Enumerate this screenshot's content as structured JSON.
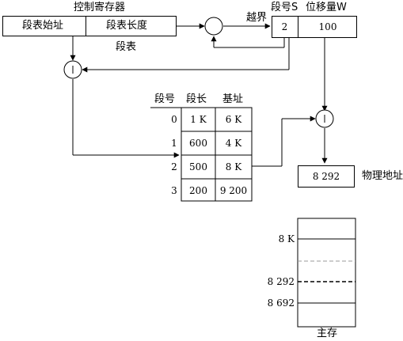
{
  "control_register": {
    "title": "控制寄存器",
    "start_label": "段表始址",
    "length_label": "段表长度",
    "table_caption": "段表"
  },
  "logical_address": {
    "segment_header": "段号S",
    "offset_header": "位移量W",
    "segment_value": "2",
    "offset_value": "100",
    "overflow_label": "越界"
  },
  "segment_table": {
    "headers": [
      "段号",
      "段长",
      "基址"
    ],
    "rows": [
      {
        "seg": "0",
        "len": "1 K",
        "base": "6 K"
      },
      {
        "seg": "1",
        "len": "600",
        "base": "4 K"
      },
      {
        "seg": "2",
        "len": "500",
        "base": "8 K"
      },
      {
        "seg": "3",
        "len": "200",
        "base": "9 200"
      }
    ]
  },
  "physical_address": {
    "value": "8 292",
    "label": "物理地址"
  },
  "main_memory": {
    "caption": "主存",
    "marks": [
      "8 K",
      "8 292",
      "8 692"
    ]
  }
}
